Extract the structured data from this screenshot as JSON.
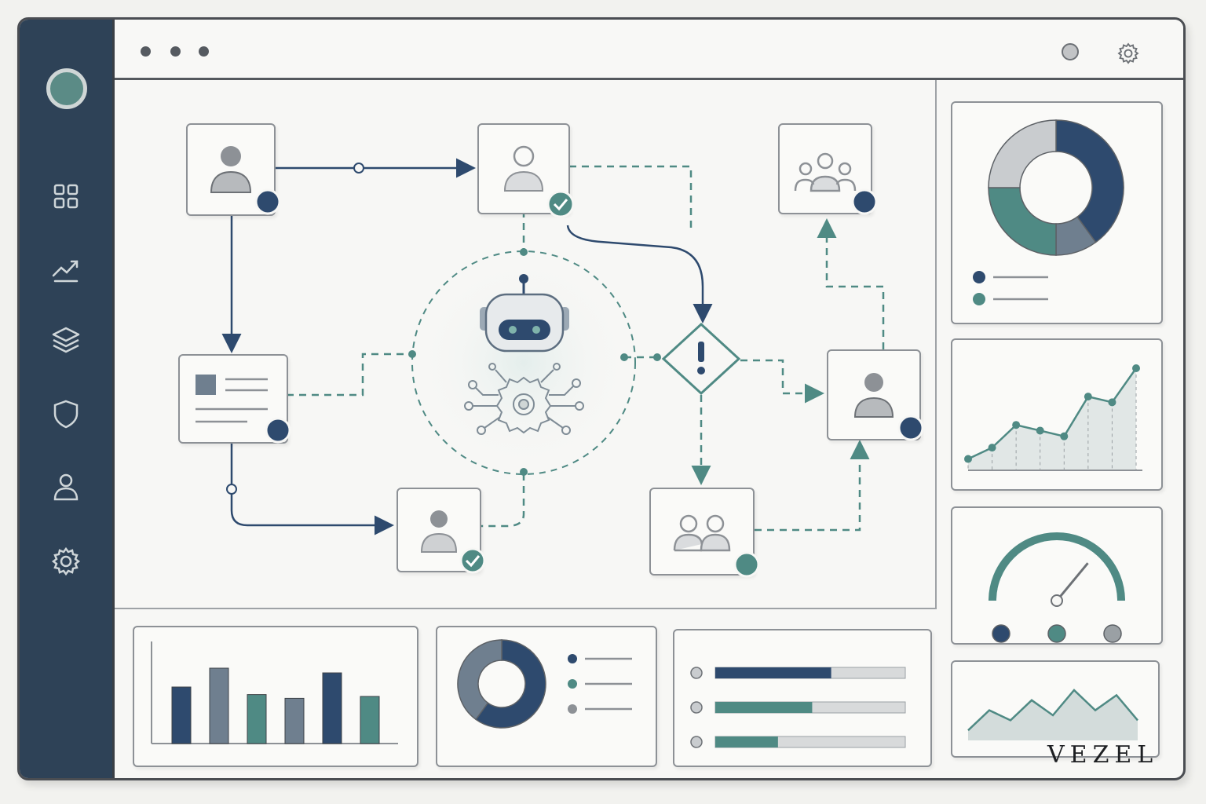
{
  "brand": {
    "watermark": "VEZEL"
  },
  "colors": {
    "navy": "#2e4a6e",
    "teal": "#4f8a84",
    "slate": "#6f7f8f",
    "light_gray": "#c9cccf",
    "sidebar_bg": "#2e4257"
  },
  "sidebar": {
    "items": [
      {
        "icon": "dashboard-grid-icon"
      },
      {
        "icon": "analytics-trend-icon"
      },
      {
        "icon": "layers-icon"
      },
      {
        "icon": "shield-icon"
      },
      {
        "icon": "user-icon"
      },
      {
        "icon": "settings-gear-icon"
      }
    ]
  },
  "titlebar": {
    "window_dots": 3,
    "right_icons": [
      "status-dot-icon",
      "gear-icon"
    ]
  },
  "workflow": {
    "nodes": [
      {
        "id": "user-start",
        "icon": "user-icon",
        "status": "navy-dot"
      },
      {
        "id": "user-verified",
        "icon": "user-icon",
        "status": "check"
      },
      {
        "id": "team-output",
        "icon": "group-icon",
        "status": "navy-dot"
      },
      {
        "id": "document-card",
        "icon": "document-icon",
        "status": "navy-dot"
      },
      {
        "id": "ai-hub",
        "icon": "robot-gear-icon"
      },
      {
        "id": "decision",
        "icon": "alert-diamond-icon"
      },
      {
        "id": "user-review",
        "icon": "user-icon",
        "status": "navy-dot"
      },
      {
        "id": "user-approved",
        "icon": "user-icon",
        "status": "check"
      },
      {
        "id": "pair-team",
        "icon": "pair-users-icon",
        "status": "teal-dot"
      }
    ]
  },
  "widgets": {
    "donut_slices": [
      {
        "color": "#2e4a6e",
        "fraction": 0.4
      },
      {
        "color": "#6f7f8f",
        "fraction": 0.1
      },
      {
        "color": "#4f8a84",
        "fraction": 0.25
      },
      {
        "color": "#c9cccf",
        "fraction": 0.25
      }
    ],
    "line_series": [
      1,
      2,
      4,
      3.5,
      3,
      6.5,
      6,
      9
    ],
    "gauge_level": 0.72,
    "bars": [
      {
        "value": 60,
        "color": "#2e4a6e"
      },
      {
        "value": 80,
        "color": "#6f7f8f"
      },
      {
        "value": 52,
        "color": "#4f8a84"
      },
      {
        "value": 48,
        "color": "#6f7f8f"
      },
      {
        "value": 75,
        "color": "#2e4a6e"
      },
      {
        "value": 50,
        "color": "#4f8a84"
      }
    ],
    "small_donut": [
      {
        "color": "#2e4a6e",
        "fraction": 0.6
      },
      {
        "color": "#6f7f8f",
        "fraction": 0.4
      }
    ],
    "progress_bars": [
      {
        "level": 0.61,
        "color": "#2e4a6e"
      },
      {
        "level": 0.51,
        "color": "#4f8a84"
      },
      {
        "level": 0.33,
        "color": "#4f8a84"
      }
    ],
    "mountain_series": [
      1,
      3,
      2,
      4,
      2.5,
      5,
      3,
      4.5,
      2
    ]
  }
}
